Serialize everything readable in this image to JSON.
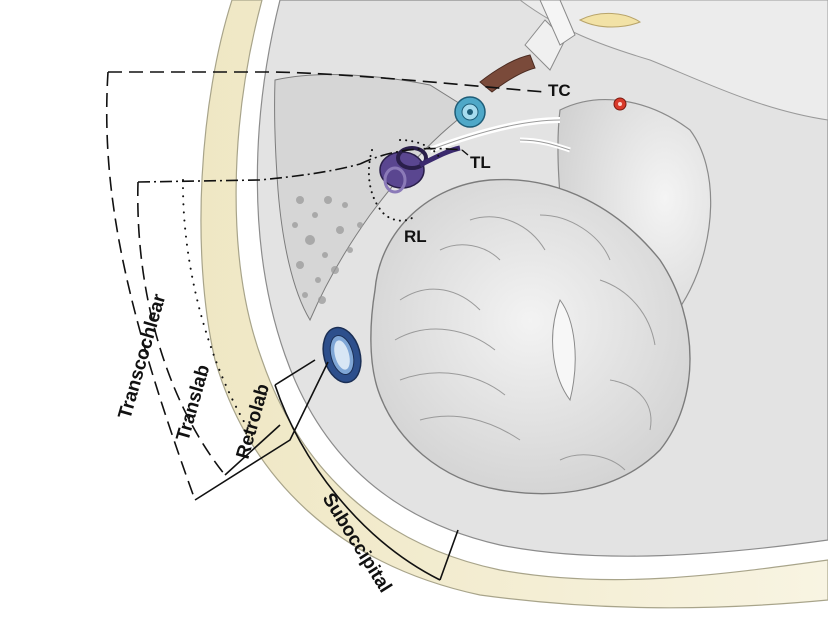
{
  "labels": {
    "tc": "TC",
    "tl": "TL",
    "rl": "RL",
    "transcochlear": "Transcochlear",
    "translab": "Translab",
    "retrolab": "Retrolab",
    "suboccipital": "Suboccipital"
  },
  "colors": {
    "skull_bone": "#f3efd8",
    "brain_tissue": "#e6e6e6",
    "cerebellum": "#dcdcdc",
    "labyrinth": "#3b2a6e",
    "cochlea": "#4fa8c8",
    "sigmoid_sinus": "#2d4f8c",
    "nerve": "#7a4a3a",
    "line": "#111111"
  }
}
